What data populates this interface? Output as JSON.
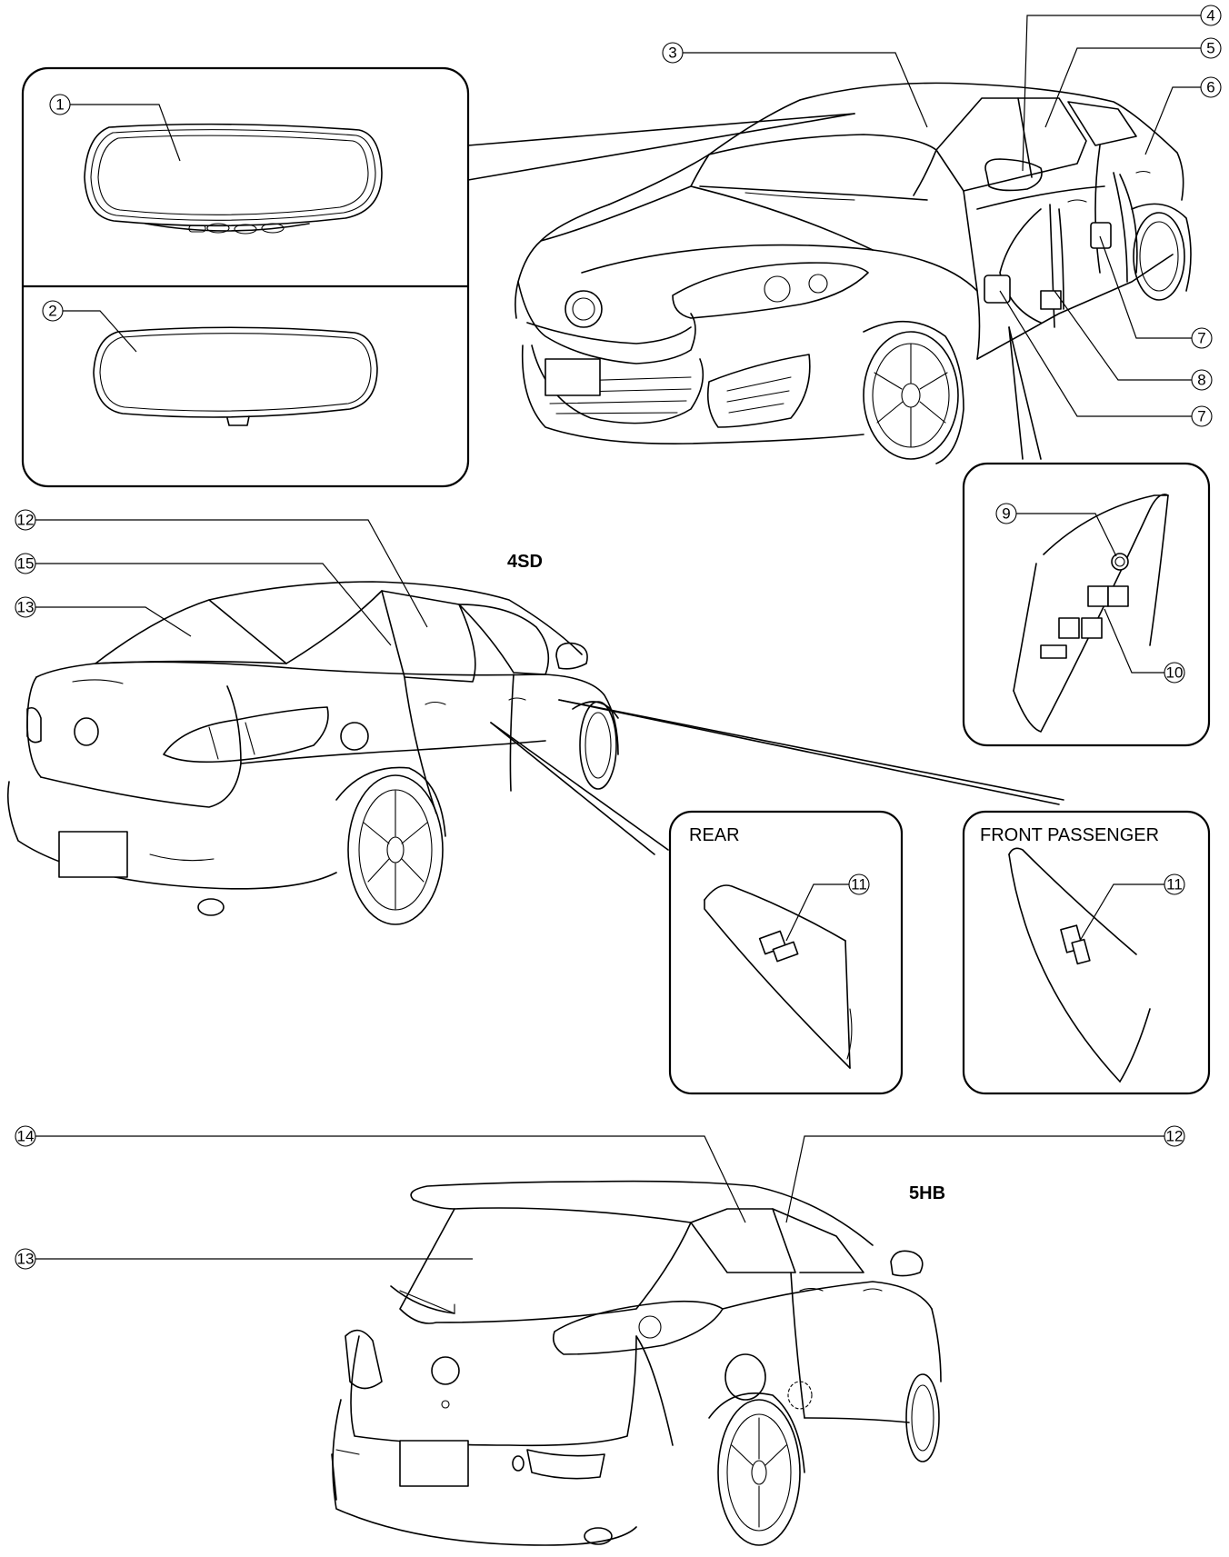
{
  "views": {
    "sedan_label": "4SD",
    "hatchback_label": "5HB",
    "rear_switch_label": "REAR",
    "front_passenger_switch_label": "FRONT PASSENGER"
  },
  "callouts": {
    "c1": "1",
    "c2": "2",
    "c3": "3",
    "c4": "4",
    "c5": "5",
    "c6": "6",
    "c7a": "7",
    "c7b": "7",
    "c8": "8",
    "c9": "9",
    "c10": "10",
    "c11_rear": "11",
    "c11_front": "11",
    "c12_sd": "12",
    "c12_hb": "12",
    "c13_sd": "13",
    "c13_hb": "13",
    "c14": "14",
    "c15": "15"
  },
  "colors": {
    "line": "#000000",
    "background": "#ffffff"
  }
}
